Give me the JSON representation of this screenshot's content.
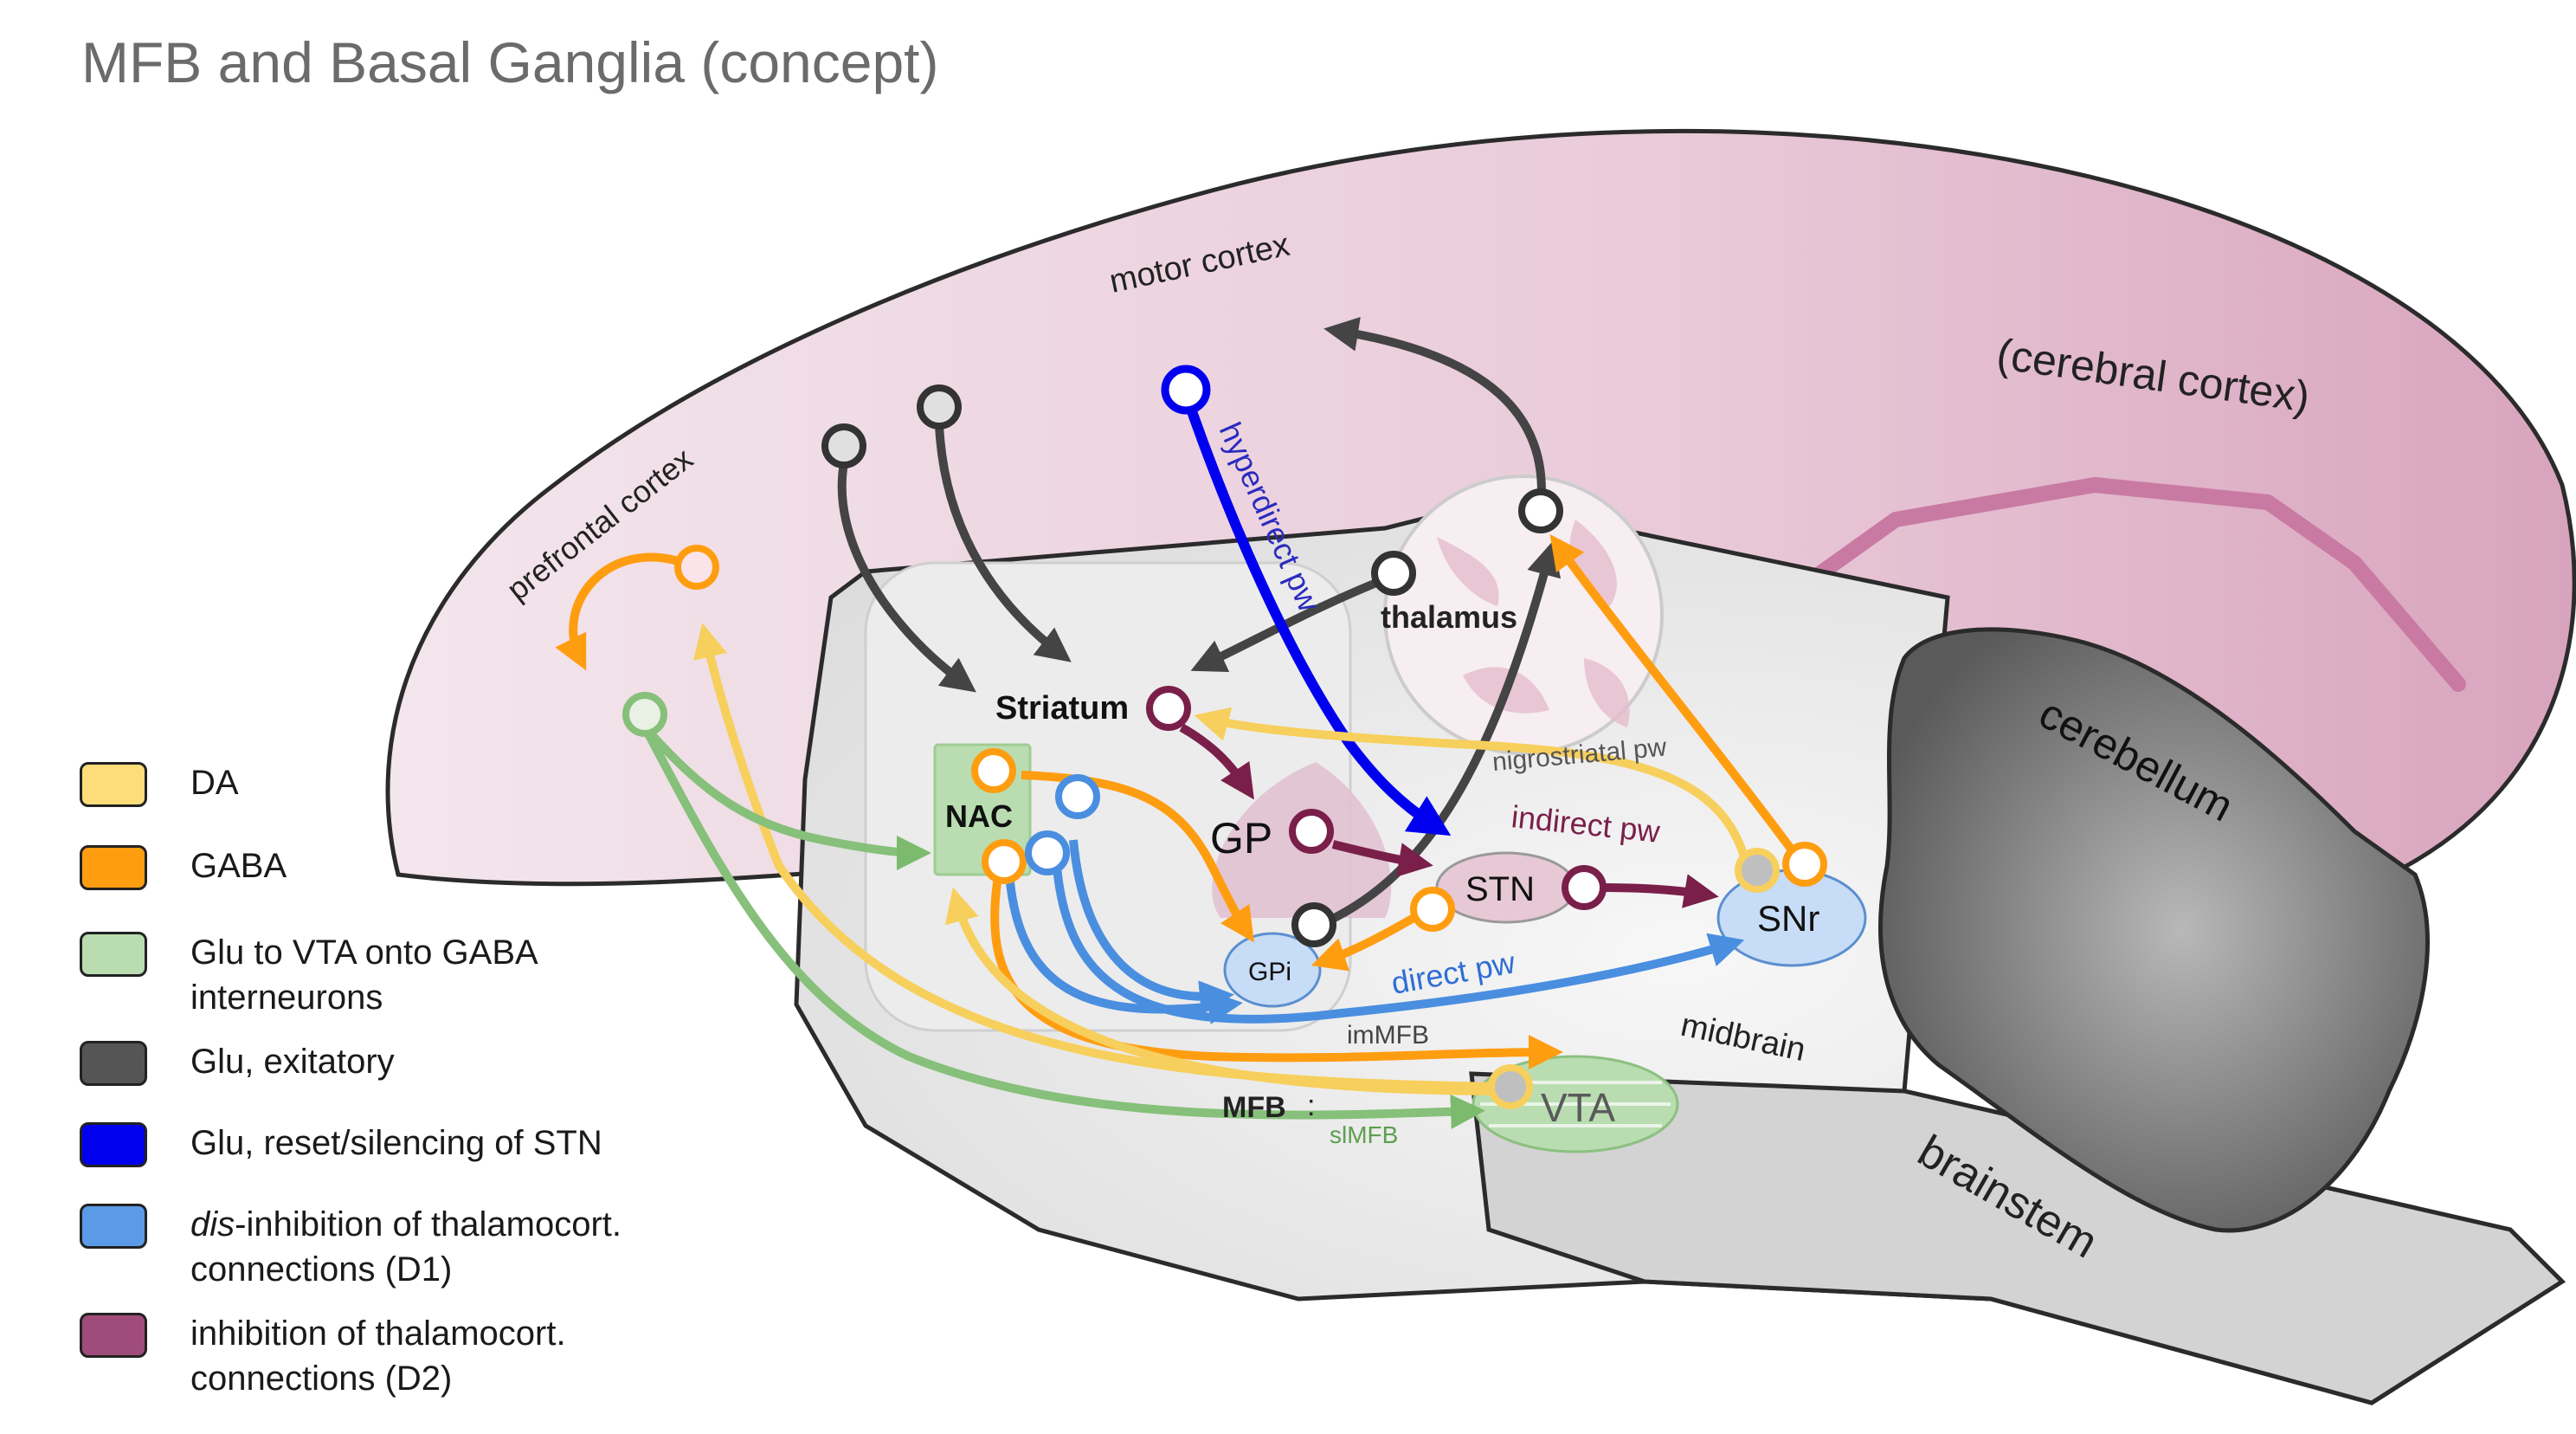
{
  "title": "MFB and Basal Ganglia (concept)",
  "regions": {
    "motor_cortex": "motor cortex",
    "cerebral_cortex": "(cerebral cortex)",
    "prefrontal_cortex": "prefrontal cortex",
    "thalamus": "thalamus",
    "striatum": "Striatum",
    "nac": "NAC",
    "gp": "GP",
    "gpi": "GPi",
    "stn": "STN",
    "snr": "SNr",
    "vta": "VTA",
    "cerebellum": "cerebellum",
    "midbrain": "midbrain",
    "brainstem": "brainstem",
    "mfb": "MFB",
    "immfb": "imMFB",
    "slmfb": "slMFB"
  },
  "pathways": {
    "hyperdirect": "hyperdirect pw",
    "indirect": "indirect pw",
    "direct": "direct pw",
    "nigrostriatal": "nigrostriatal pw"
  },
  "legend": [
    {
      "color": "#fddc7a",
      "label": "DA"
    },
    {
      "color": "#ff9d11",
      "label": "GABA"
    },
    {
      "color": "#b9ddb0",
      "label": "Glu to VTA onto GABA interneurons"
    },
    {
      "color": "#555555",
      "label": "Glu, exitatory"
    },
    {
      "color": "#0000ee",
      "label": "Glu, reset/silencing of STN"
    },
    {
      "color": "#5b9ae6",
      "label_em": "dis",
      "label": "-inhibition of thalamocort. connections (D1)"
    },
    {
      "color": "#a04c7a",
      "label": "inhibition of thalamocort. connections (D2)"
    }
  ],
  "colors": {
    "cortex": "#e9c6d6",
    "inner_grey": "#dcdcdc",
    "cerebellum": "#6f6f6f",
    "da": "#fddc7a",
    "gaba": "#ff9d11",
    "glu_green": "#86c07a",
    "glu_dark": "#444444",
    "glu_blue": "#0000ee",
    "d1_blue": "#4a8ee0",
    "d2_purple": "#7a1f4a"
  }
}
